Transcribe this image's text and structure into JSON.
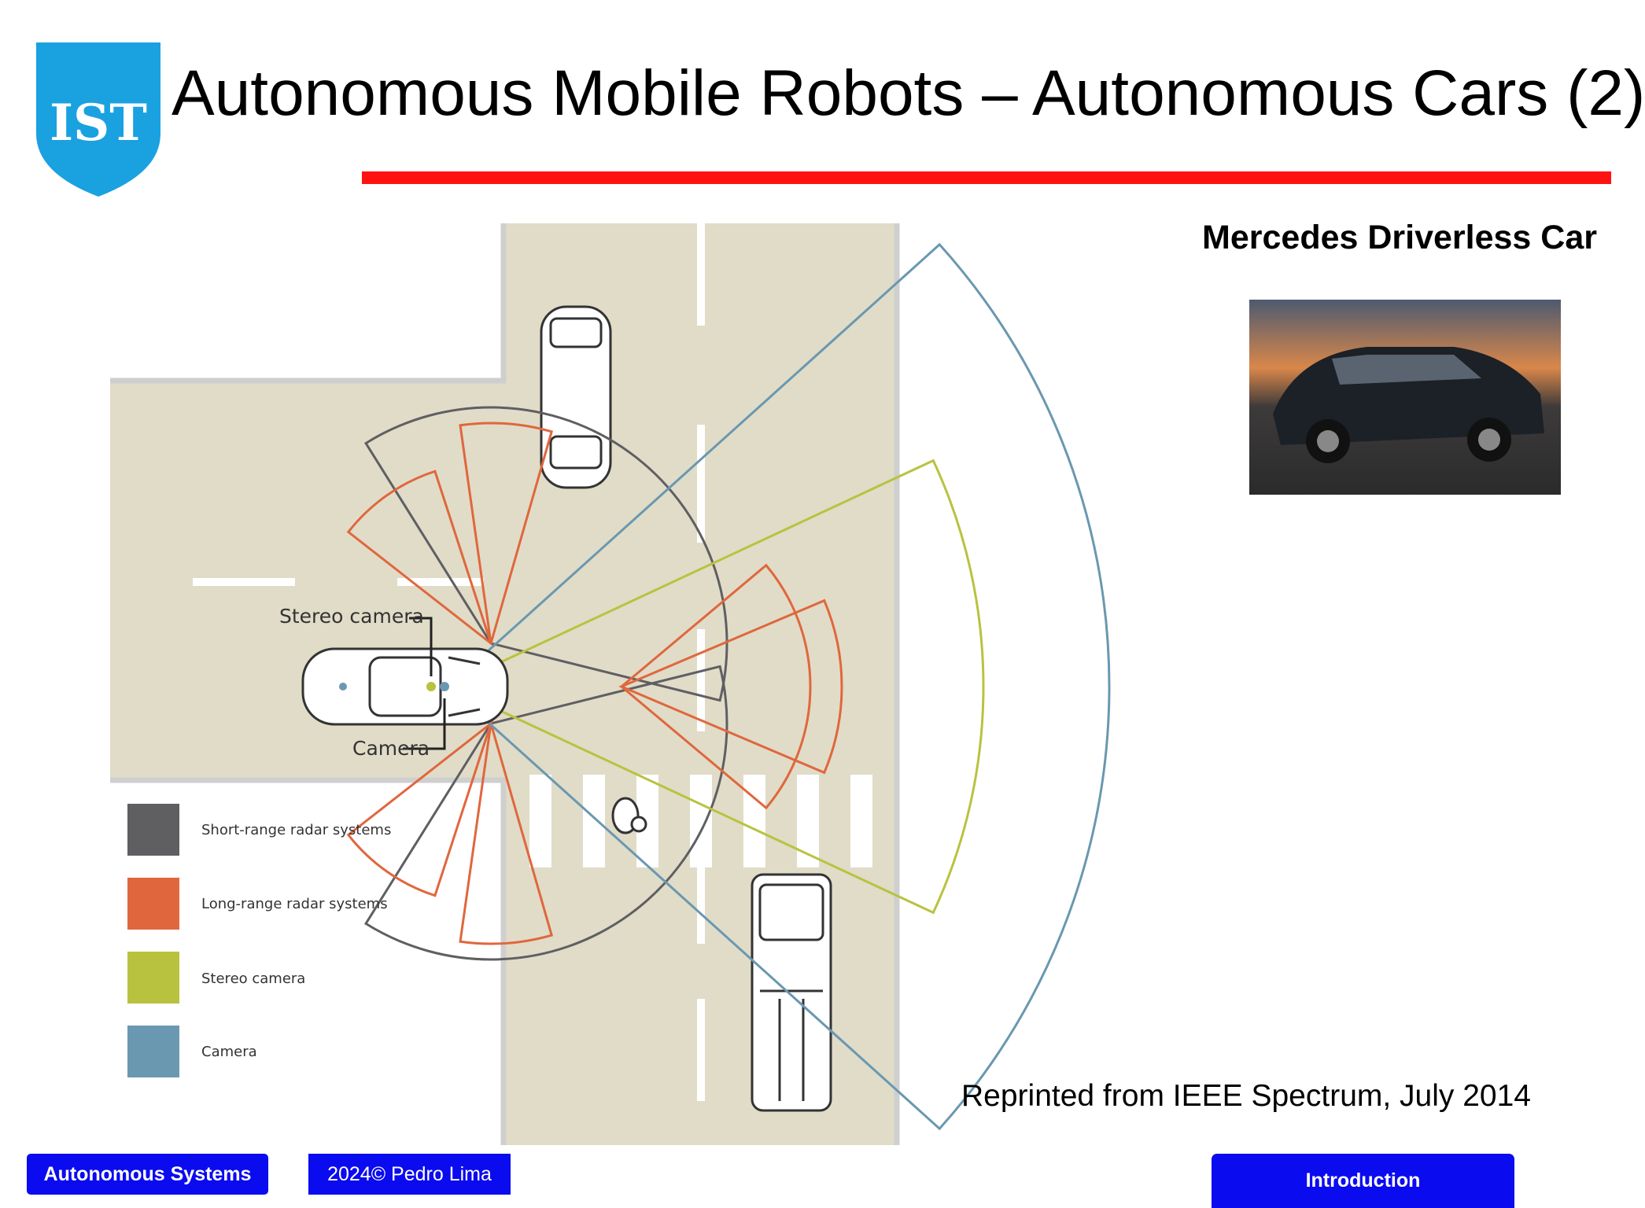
{
  "slide": {
    "title": "Autonomous Mobile Robots – Autonomous Cars (2)",
    "logo_text": "IST"
  },
  "diagram": {
    "callouts": {
      "stereo_camera": "Stereo camera",
      "camera": "Camera"
    },
    "legend": [
      {
        "label": "Short-range radar systems",
        "color": "#5f5f62"
      },
      {
        "label": "Long-range radar systems",
        "color": "#e0673d"
      },
      {
        "label": "Stereo camera",
        "color": "#b9c23f"
      },
      {
        "label": "Camera",
        "color": "#6a98b0"
      }
    ],
    "colors": {
      "road": "#e0dcc8",
      "short_range_radar": "#5f5f62",
      "long_range_radar": "#e0673d",
      "stereo_camera": "#b9c23f",
      "camera": "#6a98b0"
    }
  },
  "side": {
    "car_title": "Mercedes Driverless Car",
    "caption": "Reprinted from IEEE Spectrum, July 2014"
  },
  "footer": {
    "left": "Autonomous Systems",
    "middle": "2024© Pedro Lima",
    "right": "Introduction"
  }
}
